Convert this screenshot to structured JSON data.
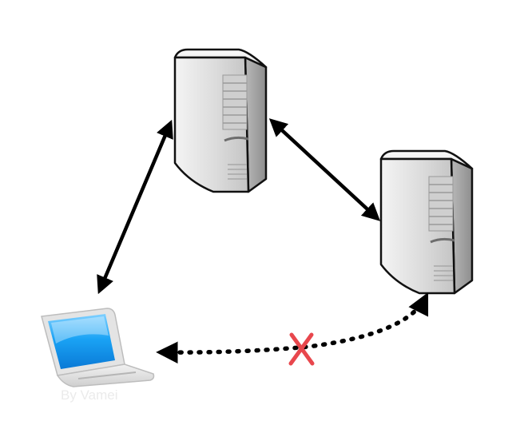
{
  "diagram": {
    "nodes": [
      {
        "id": "server-top",
        "kind": "server-icon"
      },
      {
        "id": "server-right",
        "kind": "server-icon"
      },
      {
        "id": "client-laptop",
        "kind": "laptop-icon"
      }
    ],
    "connections": [
      {
        "from": "client-laptop",
        "to": "server-top",
        "style": "solid",
        "direction": "both"
      },
      {
        "from": "server-top",
        "to": "server-right",
        "style": "solid",
        "direction": "both"
      },
      {
        "from": "server-right",
        "to": "client-laptop",
        "style": "dotted",
        "direction": "both",
        "blocked": true,
        "marker": "cross-mark-icon"
      }
    ],
    "colors": {
      "arrow": "#000000",
      "blocked_marker": "#e8474d",
      "laptop_screen": "#1aa3f5",
      "server_body": "#d9d9d9"
    },
    "watermark": "By Vamei"
  }
}
